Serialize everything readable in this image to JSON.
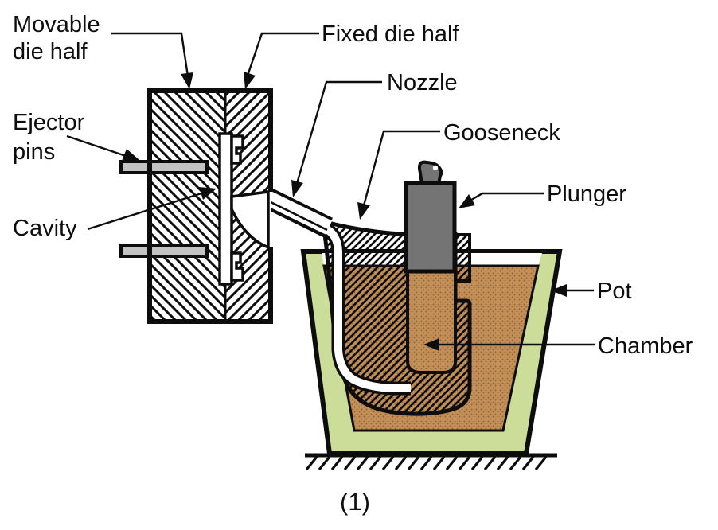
{
  "diagram": {
    "labels": {
      "movable": [
        "Movable",
        "die half"
      ],
      "ejector": [
        "Ejector",
        "pins"
      ],
      "cavity": "Cavity",
      "fixed": "Fixed die half",
      "nozzle": "Nozzle",
      "gooseneck": "Gooseneck",
      "plunger": "Plunger",
      "pot": "Pot",
      "chamber": "Chamber",
      "caption": "(1)"
    },
    "colors": {
      "pot_green": "#cbdd99",
      "metal_brown": "#c28f58",
      "metal_dot": "#8f6130",
      "plunger_gray": "#747474",
      "pin_gray": "#c3c3c3",
      "line_black": "#0d0d0d",
      "background": "#ffffff"
    }
  }
}
